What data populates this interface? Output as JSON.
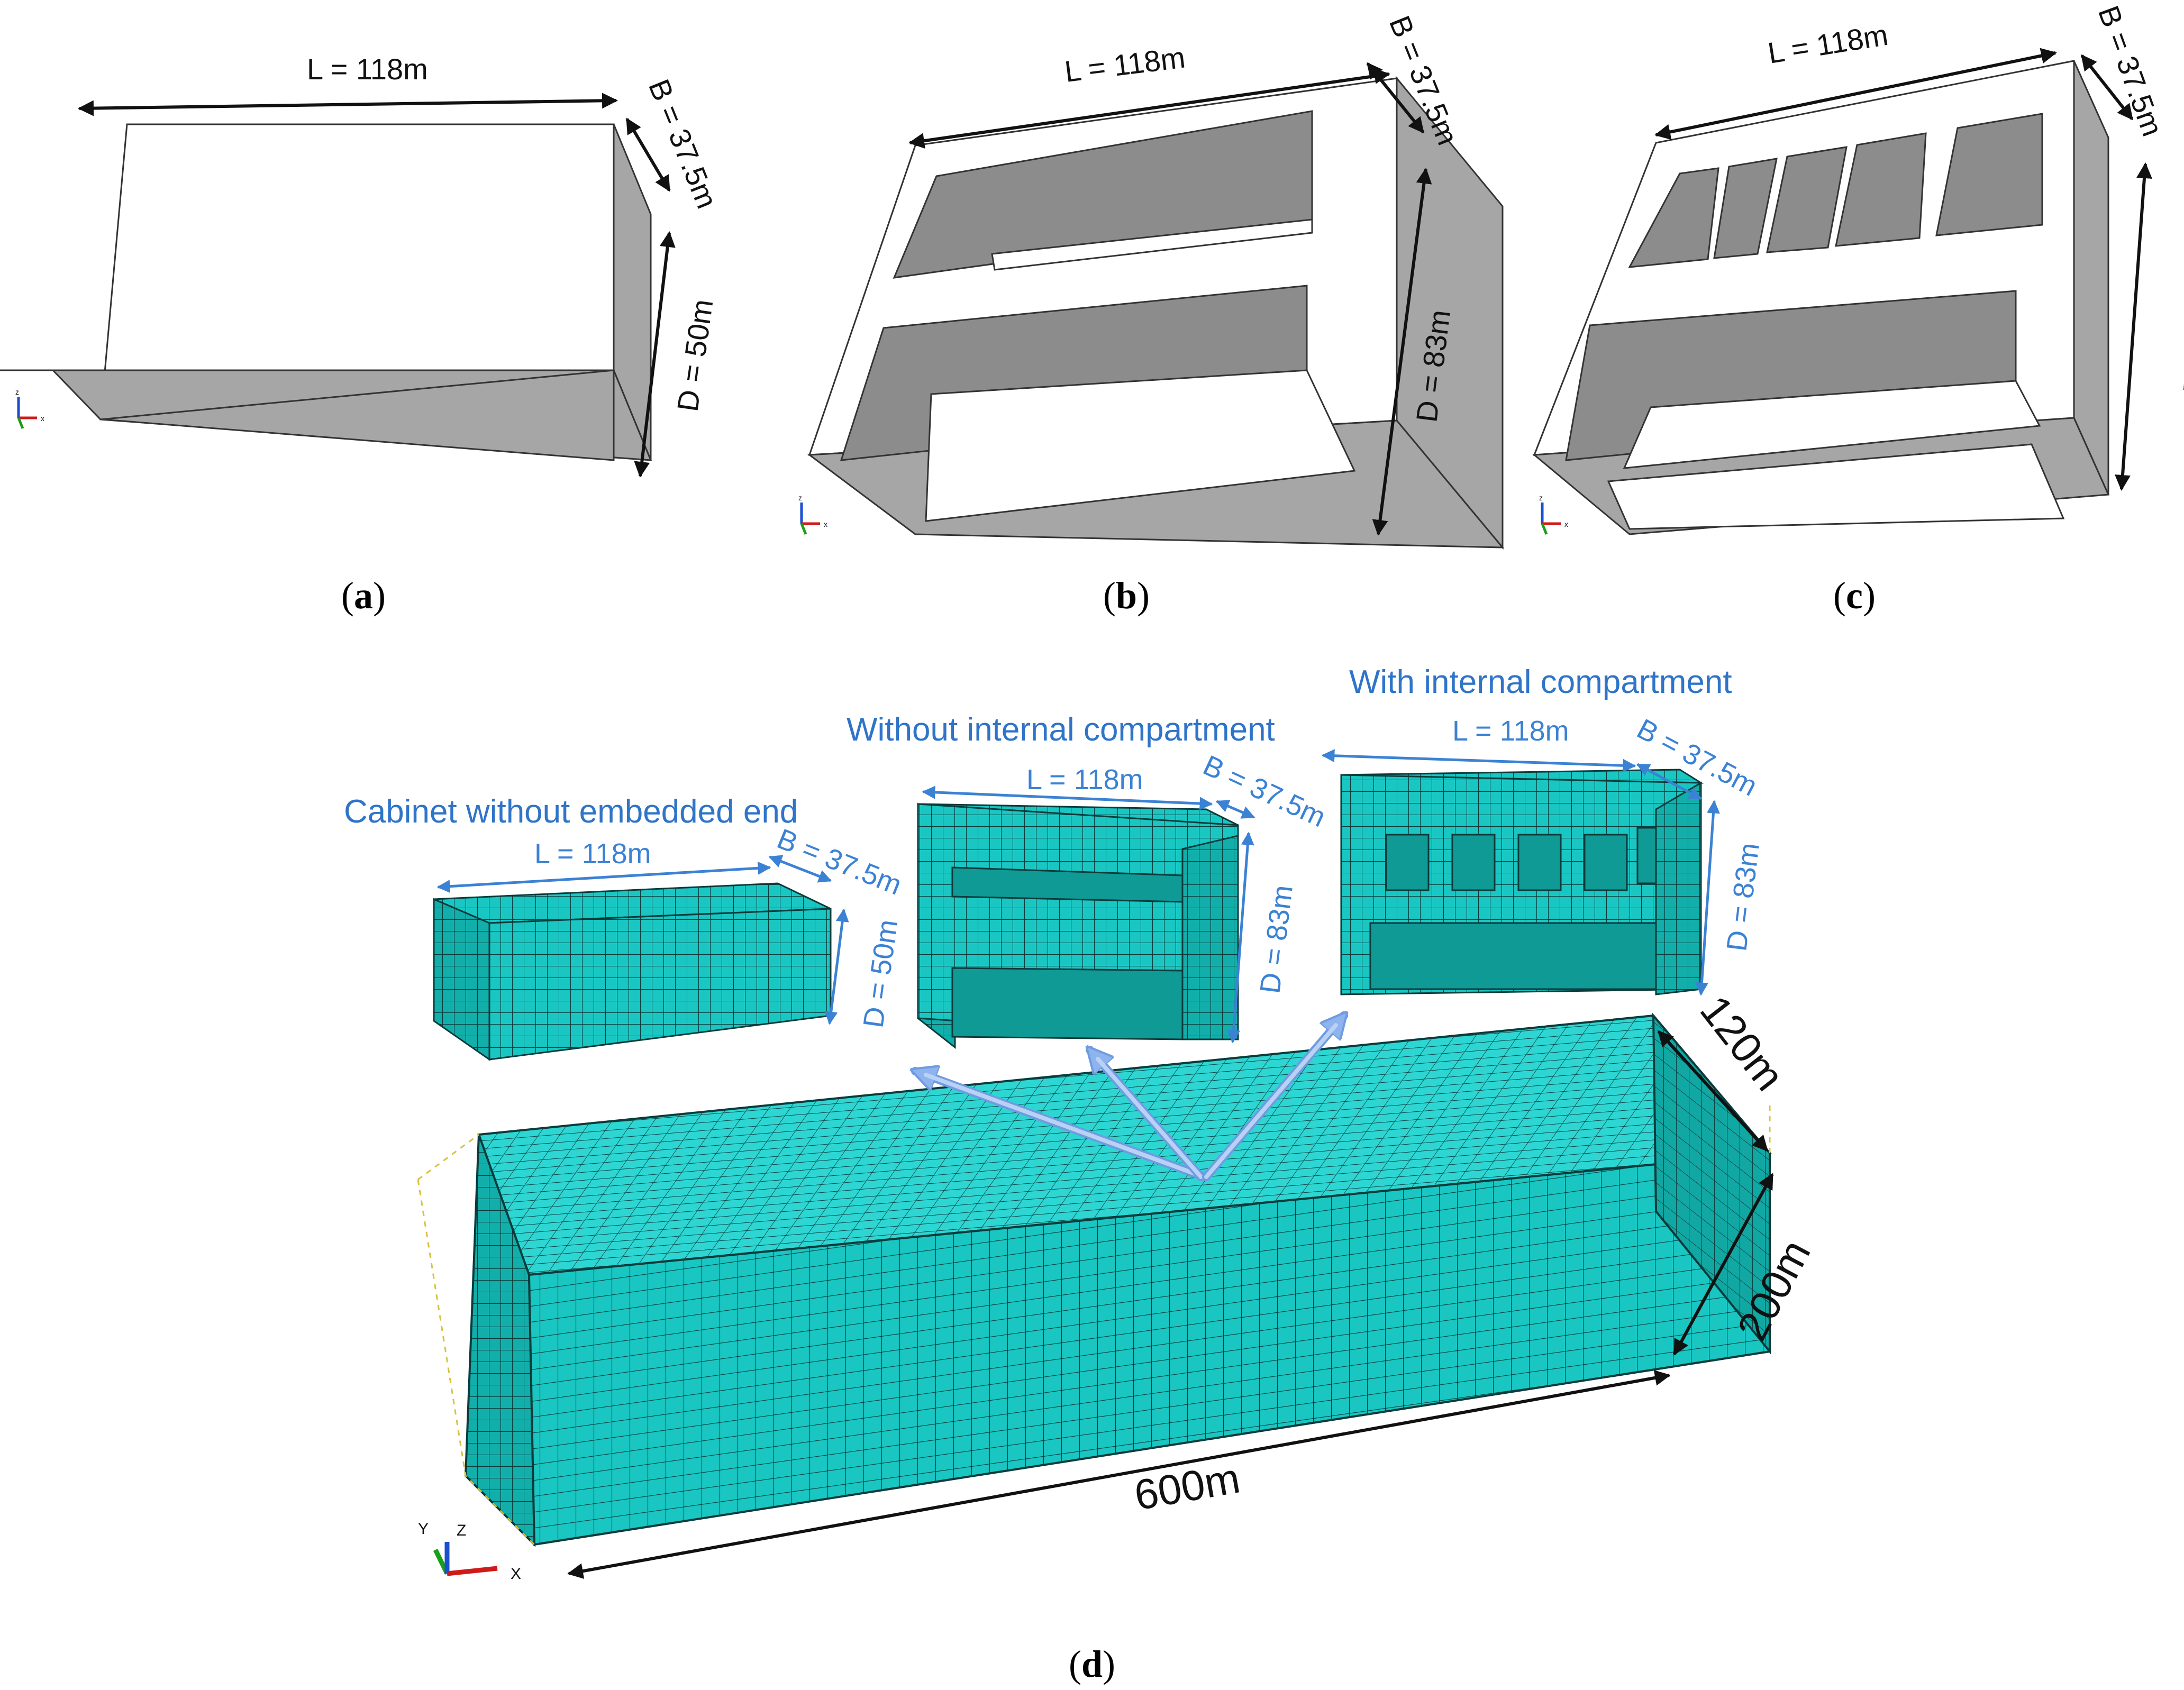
{
  "panels": {
    "a": {
      "label_open": "(",
      "label_letter": "a",
      "label_close": ")",
      "length": "L = 118m",
      "breadth": "B = 37.5m",
      "depth": "D = 50m"
    },
    "b": {
      "label_open": "(",
      "label_letter": "b",
      "label_close": ")",
      "length": "L = 118m",
      "breadth": "B = 37.5m",
      "depth": "D = 83m"
    },
    "c": {
      "label_open": "(",
      "label_letter": "c",
      "label_close": ")",
      "length": "L = 118m",
      "breadth": "B = 37.5m",
      "depth": "D = 83m"
    },
    "d": {
      "label_open": "(",
      "label_letter": "d",
      "label_close": ")",
      "cabinet_plain": {
        "title": "Cabinet without embedded end",
        "length": "L = 118m",
        "breadth": "B = 37.5m",
        "depth": "D = 50m"
      },
      "cabinet_no_compartment": {
        "title": "Without internal compartment",
        "length": "L = 118m",
        "breadth": "B = 37.5m",
        "depth": "D = 83m"
      },
      "cabinet_compartment": {
        "title": "With internal compartment",
        "length": "L = 118m",
        "breadth": "B = 37.5m",
        "depth": "D = 83m"
      },
      "soil_length": "600m",
      "soil_width": "120m",
      "soil_depth": "200m"
    }
  },
  "triad_letters": {
    "x": "x",
    "y": "y",
    "z": "z",
    "X": "X",
    "Y": "Y",
    "Z": "Z"
  },
  "colors": {
    "mesh_fill": "#19c6c2",
    "mesh_side": "#10a9a6",
    "mesh_line": "#0b3b3b",
    "annotation_blue": "#3b82d4",
    "arrow_blue": "#8db4ee",
    "solid_grey": "#a6a6a6"
  }
}
